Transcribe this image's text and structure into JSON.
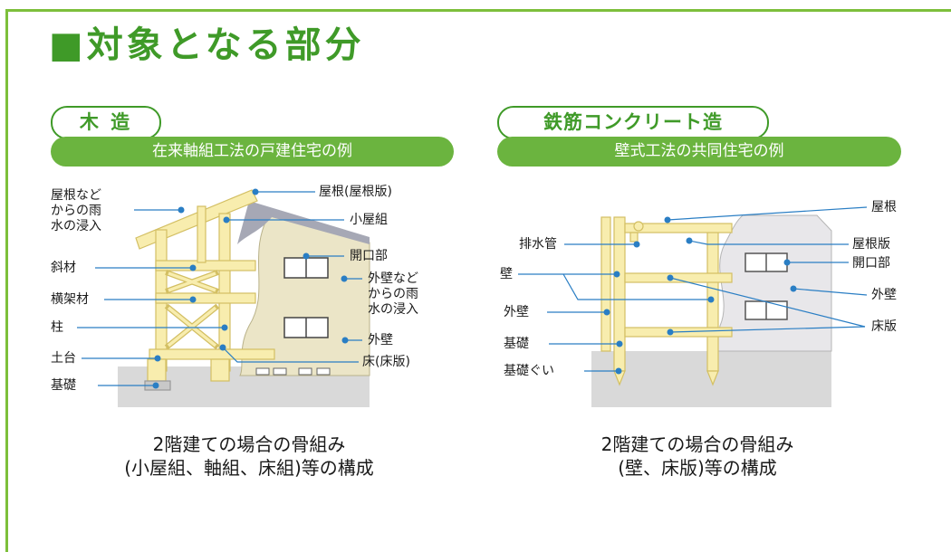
{
  "title": "■対象となる部分",
  "wood": {
    "type_label": "木 造",
    "subtitle": "在来軸組工法の戸建住宅の例",
    "labels": {
      "roof_rain": "屋根など\nからの雨\n水の浸入",
      "diagonal": "斜材",
      "beam": "横架材",
      "column": "柱",
      "sill": "土台",
      "foundation": "基礎",
      "roof": "屋根(屋根版)",
      "roof_frame": "小屋組",
      "opening": "開口部",
      "wall_rain": "外壁など\nからの雨\n水の浸入",
      "exterior_wall": "外壁",
      "floor": "床(床版)"
    },
    "caption_line1": "2階建ての場合の骨組み",
    "caption_line2": "(小屋組、軸組、床組)等の構成"
  },
  "rc": {
    "type_label": "鉄筋コンクリート造",
    "subtitle": "壁式工法の共同住宅の例",
    "labels": {
      "drain_pipe": "排水管",
      "wall": "壁",
      "exterior_wall_left": "外壁",
      "foundation": "基礎",
      "pile": "基礎ぐい",
      "roof": "屋根",
      "roof_slab": "屋根版",
      "opening": "開口部",
      "exterior_wall_right": "外壁",
      "floor_slab": "床版"
    },
    "caption_line1": "2階建ての場合の骨組み",
    "caption_line2": "(壁、床版)等の構成"
  },
  "colors": {
    "accent_green": "#3f9a28",
    "pill_green": "#6bb43f",
    "frame_yellow": "#f8edae",
    "leader_blue": "#2a7ec4",
    "ground_gray": "#d9d9d9",
    "wall_beige": "#ebe5c7",
    "roof_gray": "#a6a8b5"
  }
}
